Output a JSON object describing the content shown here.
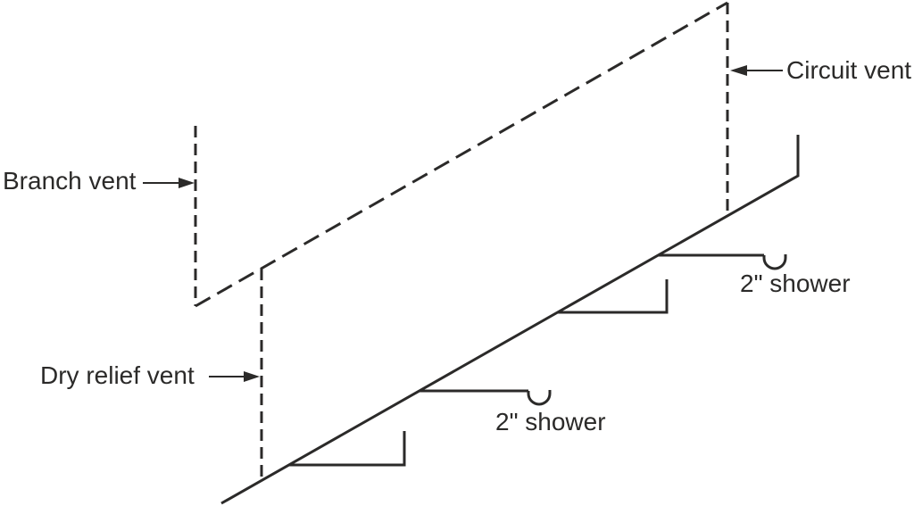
{
  "diagram": {
    "type": "isometric-plumbing-schematic",
    "background": "#ffffff",
    "line_color": "#2b2a29",
    "text_color": "#2b2a29",
    "labels": {
      "branch_vent": "Branch vent",
      "circuit_vent": "Circuit vent",
      "dry_relief_vent": "Dry relief vent",
      "shower_upper": "2\" shower",
      "shower_lower": "2\" shower"
    }
  }
}
